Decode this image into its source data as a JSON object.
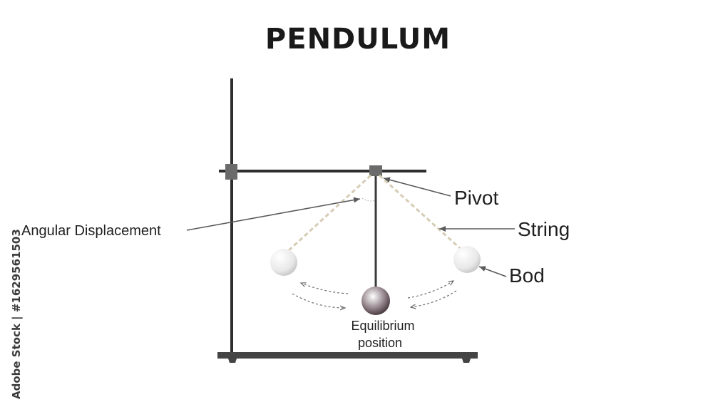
{
  "title": "PENDULUM",
  "labels": {
    "pivot": "Pivot",
    "string": "String",
    "bob": "Bod",
    "angular_displacement": "Angular Displacement",
    "equilibrium_line1": "Equilibrium",
    "equilibrium_line2": "position"
  },
  "side_caption": "Adobe Stock | #1629561503",
  "colors": {
    "stand": "#2e2e2e",
    "clamp": "#6b6b6b",
    "string_dashed": "#cfc6b0",
    "bob_equilibrium": "#6a5a60",
    "bob_side": "#e6e6e6",
    "arrow": "#5a5a5a"
  }
}
